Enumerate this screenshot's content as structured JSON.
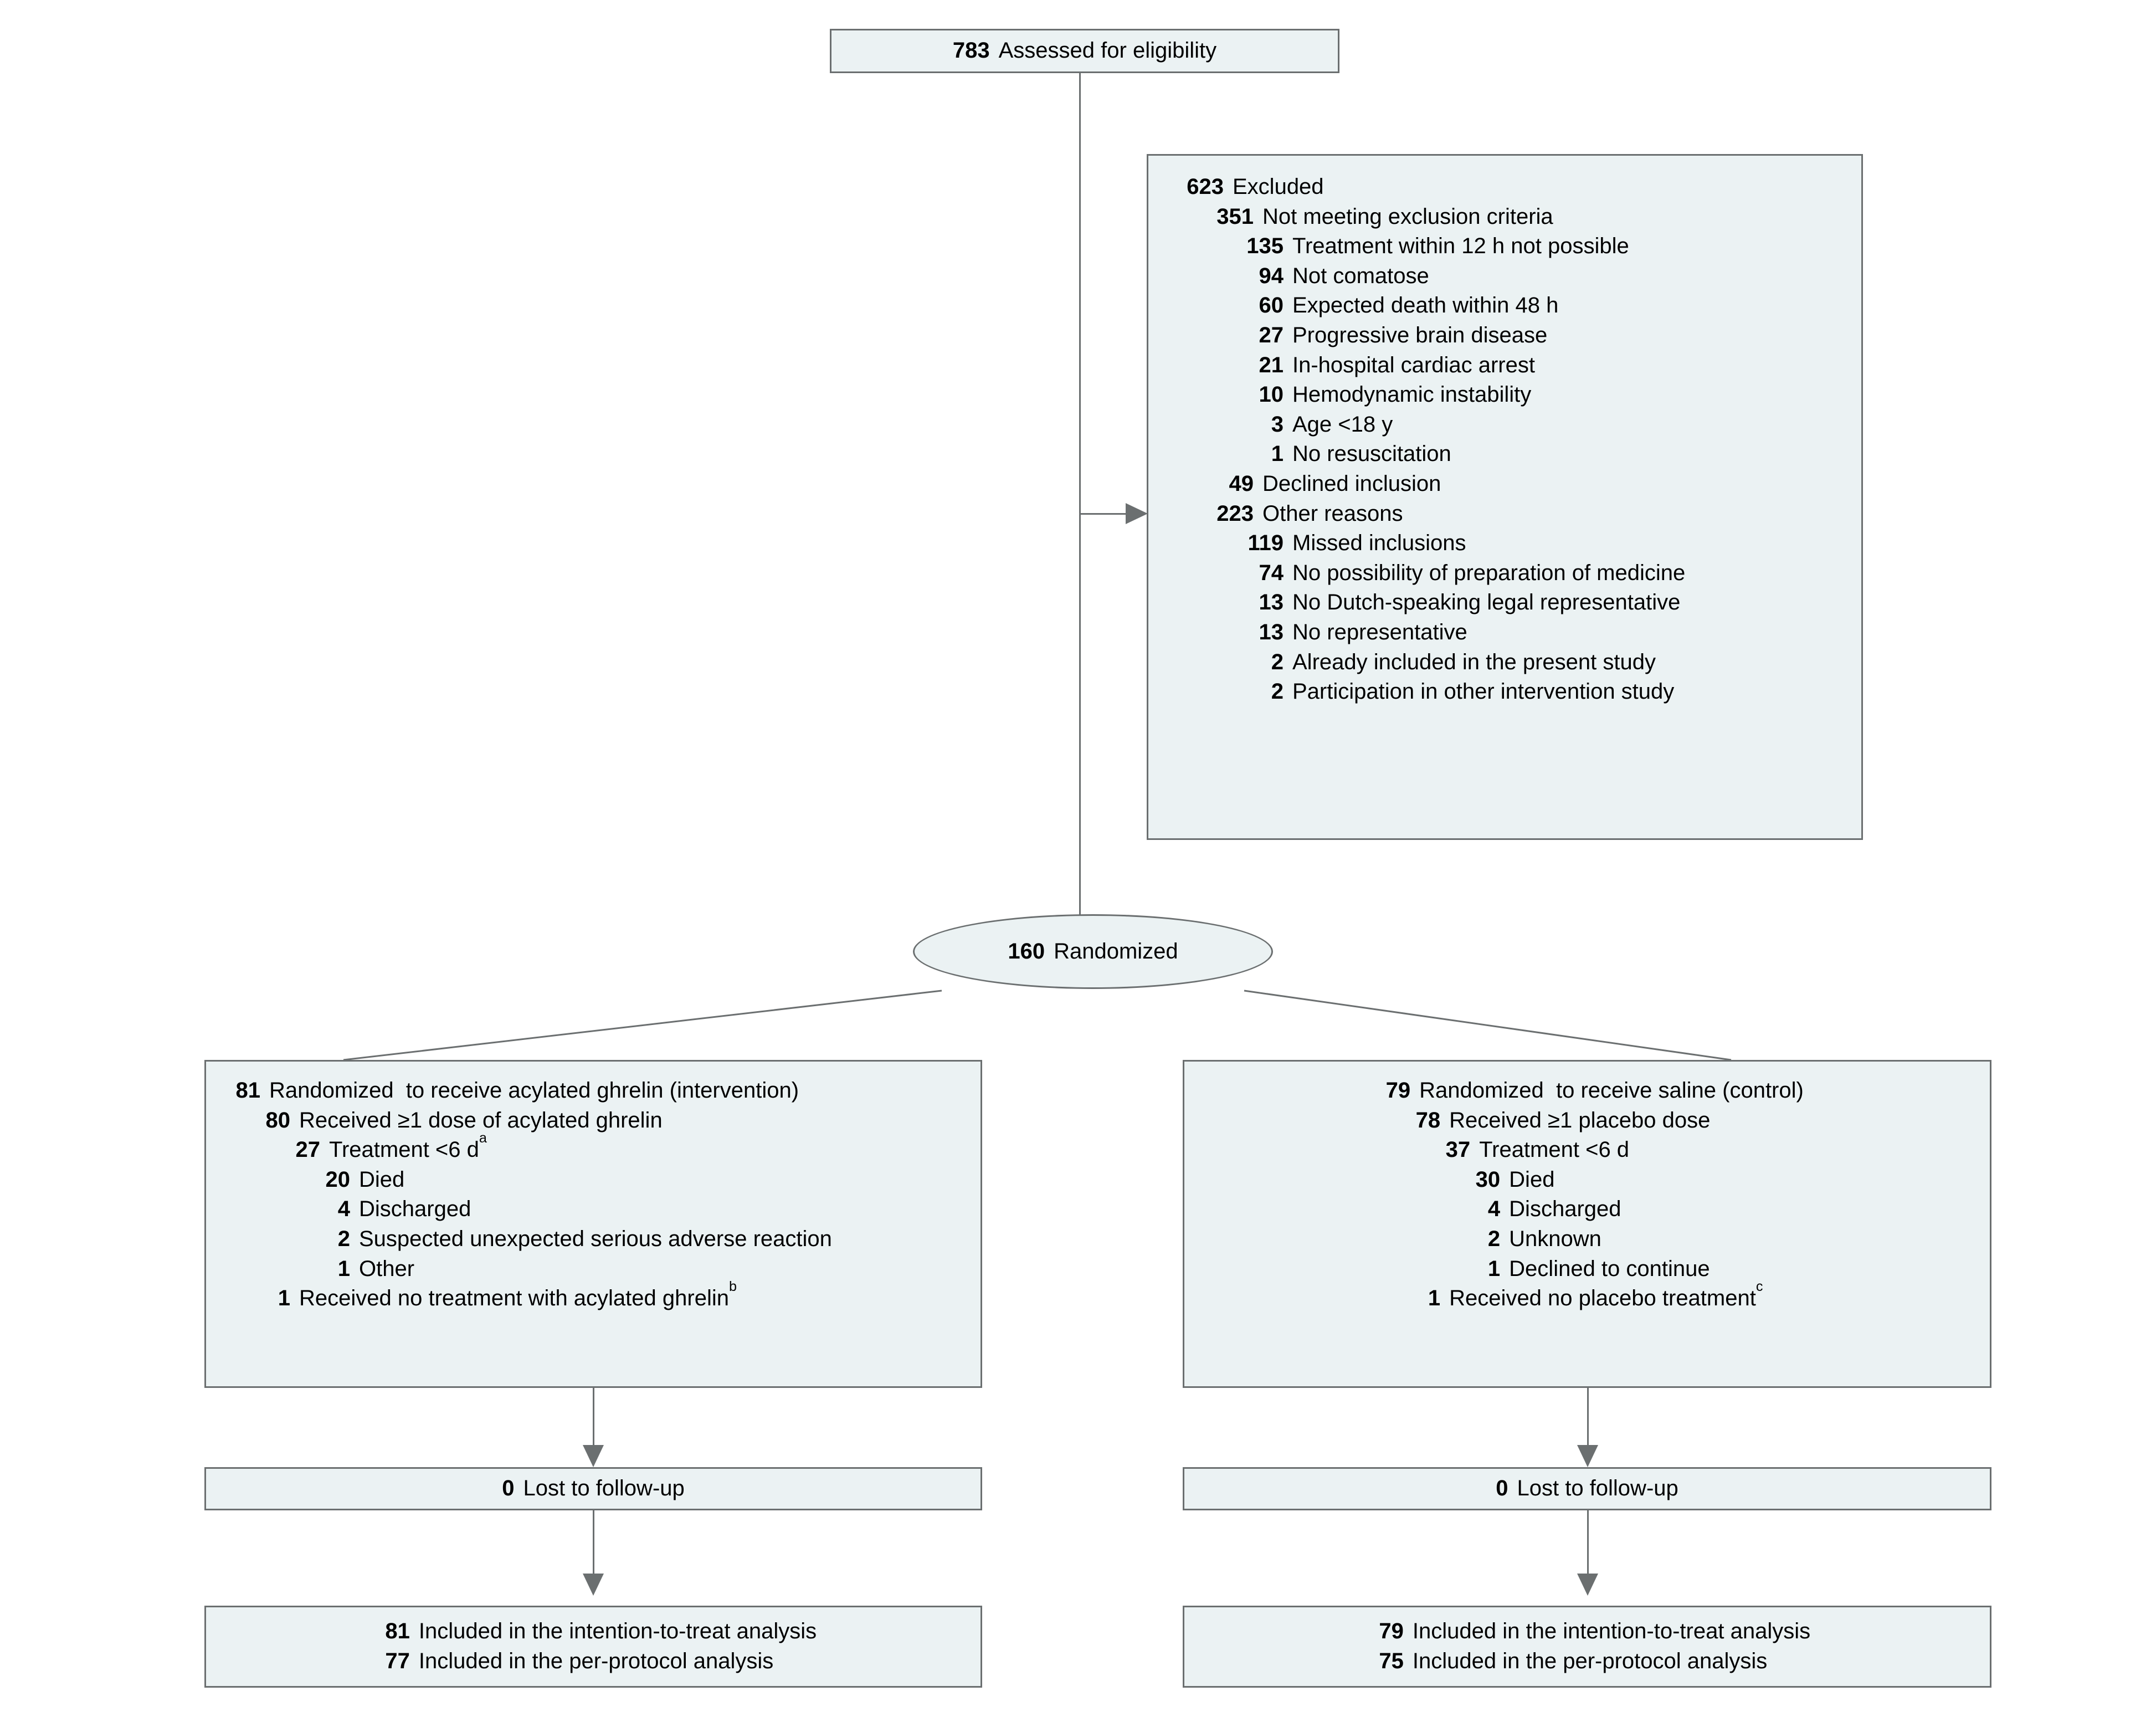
{
  "diagram": {
    "type": "consort-flow-diagram",
    "colors": {
      "box_fill": "#ebf2f3",
      "box_border": "#6b6f70",
      "connector": "#6b6f70",
      "text": "#000000"
    }
  },
  "assessed": {
    "count": "783",
    "label": "Assessed for eligibility"
  },
  "excluded": {
    "rows": [
      {
        "indent": 0,
        "num": "623",
        "label": "Excluded"
      },
      {
        "indent": 1,
        "num": "351",
        "label": "Not meeting exclusion criteria"
      },
      {
        "indent": 2,
        "num": "135",
        "label": "Treatment within 12 h not possible"
      },
      {
        "indent": 2,
        "num": "94",
        "label": "Not comatose"
      },
      {
        "indent": 2,
        "num": "60",
        "label": "Expected death within 48 h"
      },
      {
        "indent": 2,
        "num": "27",
        "label": "Progressive brain disease"
      },
      {
        "indent": 2,
        "num": "21",
        "label": "In-hospital cardiac arrest"
      },
      {
        "indent": 2,
        "num": "10",
        "label": "Hemodynamic instability"
      },
      {
        "indent": 2,
        "num": "3",
        "label": "Age <18 y"
      },
      {
        "indent": 2,
        "num": "1",
        "label": "No resuscitation"
      },
      {
        "indent": 1,
        "num": "49",
        "label": "Declined inclusion"
      },
      {
        "indent": 1,
        "num": "223",
        "label": "Other reasons"
      },
      {
        "indent": 2,
        "num": "119",
        "label": "Missed inclusions"
      },
      {
        "indent": 2,
        "num": "74",
        "label": "No possibility of preparation of medicine"
      },
      {
        "indent": 2,
        "num": "13",
        "label": "No Dutch-speaking legal representative"
      },
      {
        "indent": 2,
        "num": "13",
        "label": "No representative"
      },
      {
        "indent": 2,
        "num": "2",
        "label": "Already included in the present study"
      },
      {
        "indent": 2,
        "num": "2",
        "label": "Participation in other intervention study"
      }
    ]
  },
  "randomized": {
    "count": "160",
    "label": "Randomized"
  },
  "intervention_arm": {
    "rows": [
      {
        "indent": 0,
        "num": "81",
        "label": "Randomized  to receive acylated ghrelin (intervention)",
        "sup": ""
      },
      {
        "indent": 1,
        "num": "80",
        "label": "Received ≥1 dose of acylated ghrelin",
        "sup": ""
      },
      {
        "indent": 2,
        "num": "27",
        "label": "Treatment <6 d",
        "sup": "a"
      },
      {
        "indent": 3,
        "num": "20",
        "label": "Died",
        "sup": ""
      },
      {
        "indent": 3,
        "num": "4",
        "label": "Discharged",
        "sup": ""
      },
      {
        "indent": 3,
        "num": "2",
        "label": "Suspected unexpected serious adverse reaction",
        "sup": ""
      },
      {
        "indent": 3,
        "num": "1",
        "label": "Other",
        "sup": ""
      },
      {
        "indent": 1,
        "num": "1",
        "label": "Received no treatment with acylated ghrelin",
        "sup": "b"
      }
    ]
  },
  "control_arm": {
    "rows": [
      {
        "indent": 0,
        "num": "79",
        "label": "Randomized  to receive saline (control)",
        "sup": ""
      },
      {
        "indent": 1,
        "num": "78",
        "label": "Received ≥1 placebo dose",
        "sup": ""
      },
      {
        "indent": 2,
        "num": "37",
        "label": "Treatment <6 d",
        "sup": ""
      },
      {
        "indent": 3,
        "num": "30",
        "label": "Died",
        "sup": ""
      },
      {
        "indent": 3,
        "num": "4",
        "label": "Discharged",
        "sup": ""
      },
      {
        "indent": 3,
        "num": "2",
        "label": "Unknown",
        "sup": ""
      },
      {
        "indent": 3,
        "num": "1",
        "label": "Declined to continue",
        "sup": ""
      },
      {
        "indent": 1,
        "num": "1",
        "label": "Received no placebo treatment",
        "sup": "c"
      }
    ]
  },
  "intervention_lost": {
    "count": "0",
    "label": "Lost to follow-up"
  },
  "control_lost": {
    "count": "0",
    "label": "Lost to follow-up"
  },
  "intervention_analysis": {
    "rows": [
      {
        "num": "81",
        "label": "Included in the intention-to-treat analysis"
      },
      {
        "num": "77",
        "label": "Included in the per-protocol analysis"
      }
    ]
  },
  "control_analysis": {
    "rows": [
      {
        "num": "79",
        "label": "Included in the intention-to-treat analysis"
      },
      {
        "num": "75",
        "label": "Included in the per-protocol analysis"
      }
    ]
  }
}
